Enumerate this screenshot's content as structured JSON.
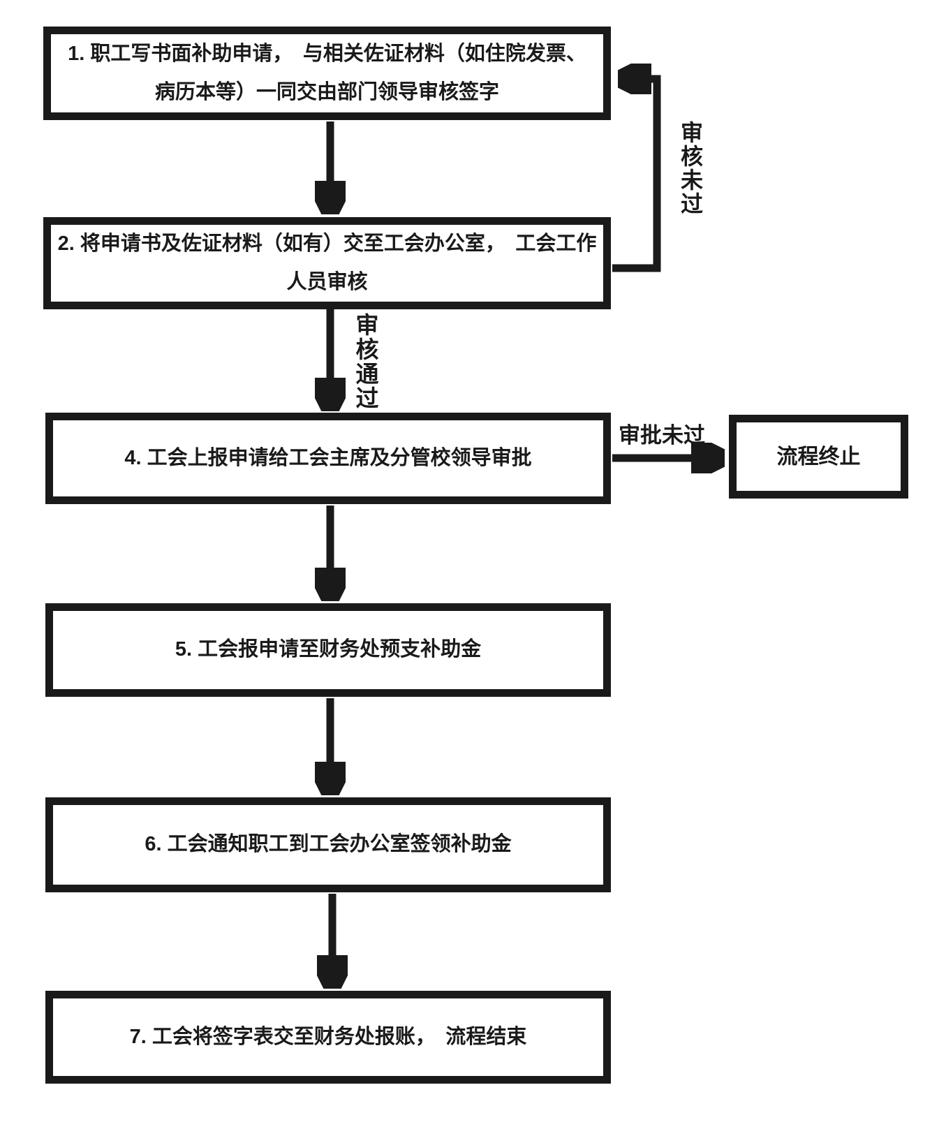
{
  "diagram": {
    "type": "flowchart",
    "colors": {
      "ink": "#1a1a1a",
      "background": "#ffffff"
    },
    "nodes": {
      "step1": {
        "line1": "1. 职工写书面补助申请，　与相关佐证材料（如住院发票、",
        "line2": "病历本等）一同交由部门领导审核签字"
      },
      "step2": {
        "line1": "2. 将申请书及佐证材料（如有）交至工会办公室，　工会工作",
        "line2": "人员审核"
      },
      "step4": {
        "text": "4. 工会上报申请给工会主席及分管校领导审批"
      },
      "step5": {
        "text": "5. 工会报申请至财务处预支补助金"
      },
      "step6": {
        "text": "6. 工会通知职工到工会办公室签领补助金"
      },
      "step7": {
        "text": "7. 工会将签字表交至财务处报账，　流程结束"
      },
      "terminate": {
        "text": "流程终止"
      }
    },
    "edge_labels": {
      "review_failed": "审核未过",
      "review_passed": "审核通过",
      "approval_failed": "审批未过"
    }
  }
}
